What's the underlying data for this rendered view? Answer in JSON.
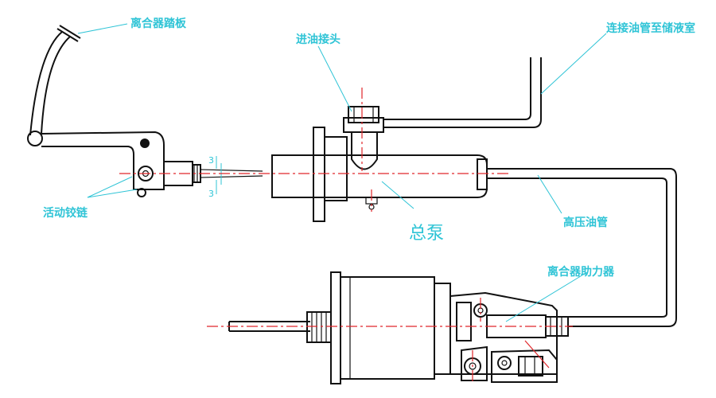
{
  "labels": {
    "pedal": "离合器踏板",
    "inlet_fitting": "进油接头",
    "reservoir_pipe": "连接油管至储液室",
    "hinge": "活动铰链",
    "master_cylinder": "总泵",
    "high_pressure_pipe": "高压油管",
    "clutch_booster": "离合器助力器",
    "dim_top": "3",
    "dim_bottom": "3"
  },
  "colors": {
    "label": "#2fc4d6",
    "outline": "#111111",
    "centerline": "#e0262a"
  }
}
